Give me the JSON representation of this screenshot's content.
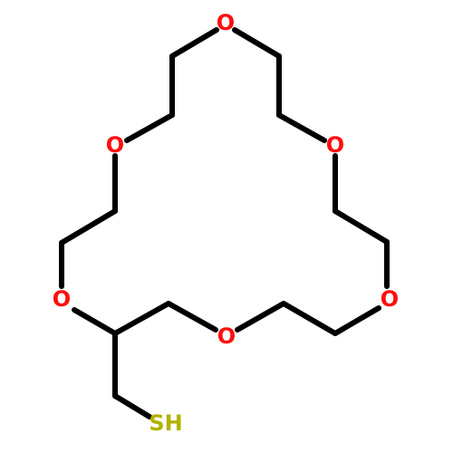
{
  "molecule": {
    "atom_labels": {
      "o1": "O",
      "o2": "O",
      "o3": "O",
      "o4": "O",
      "o5": "O",
      "o6": "O",
      "s1": "SH"
    },
    "colors": {
      "oxygen": "#ff0d0d",
      "sulfur": "#b2b200",
      "bond": "#000000"
    }
  }
}
